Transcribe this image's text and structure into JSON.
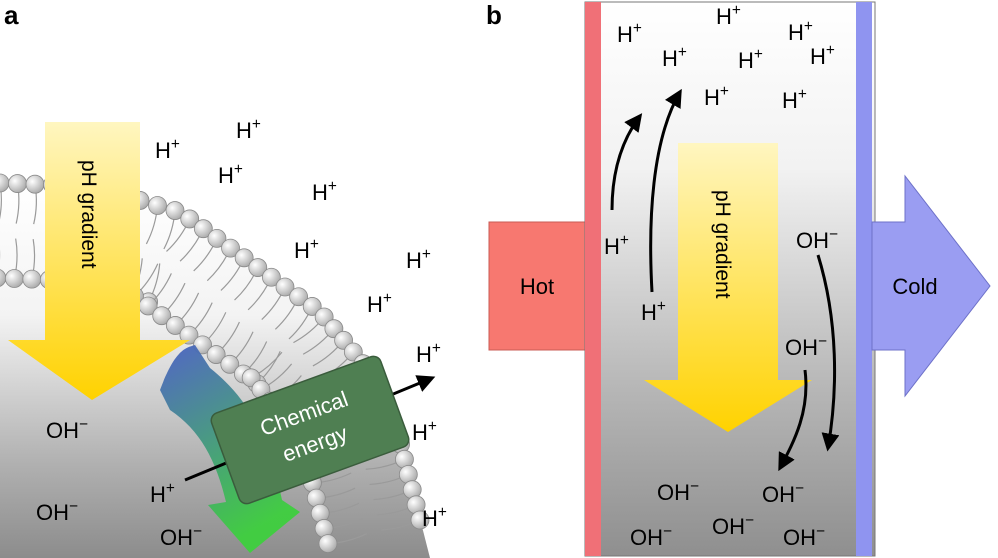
{
  "panel_a": {
    "letter": "a",
    "gradient_label": "pH gradient",
    "energy_label_line1": "Chemical",
    "energy_label_line2": "energy",
    "ions": {
      "proton": "H",
      "hydroxide": "OH"
    }
  },
  "panel_b": {
    "letter": "b",
    "gradient_label": "pH gradient",
    "hot_label": "Hot",
    "cold_label": "Cold"
  },
  "symbols": {
    "plus": "+",
    "minus": "−"
  },
  "colors": {
    "hot": "#f77870",
    "cold": "#9a9df2",
    "gradient_arrow_top": "#fff6c0",
    "gradient_arrow_bottom": "#ffd200",
    "energy_box": "#4f7f52",
    "energy_arrow_top": "#4a5fc4",
    "energy_arrow_bottom": "#3ecf3e"
  }
}
